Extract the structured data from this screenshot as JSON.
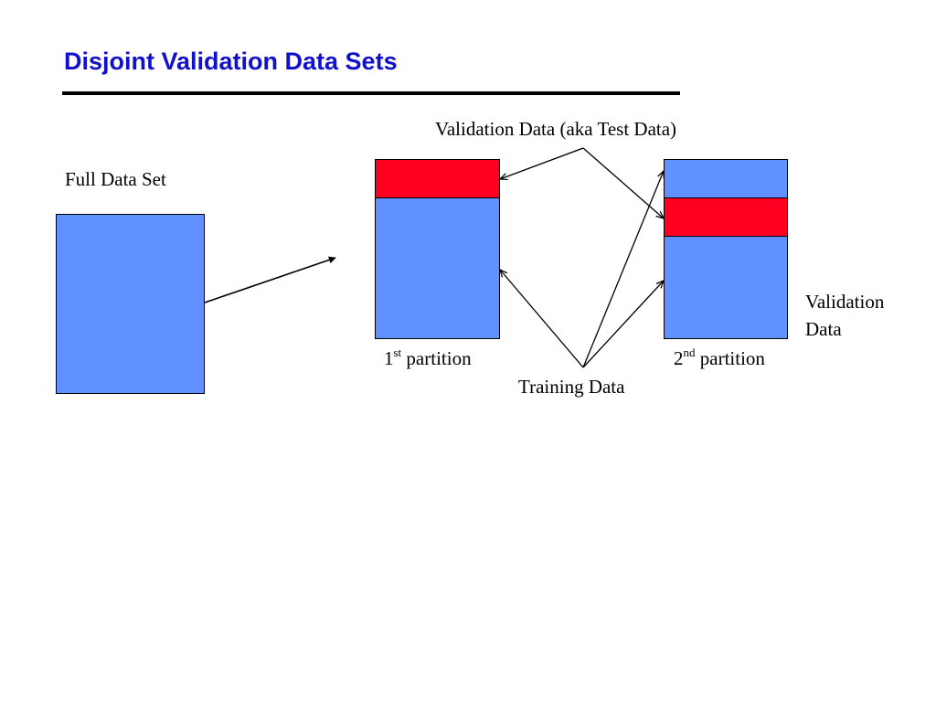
{
  "title": "Disjoint Validation Data Sets",
  "labels": {
    "full_data_set": "Full Data Set",
    "validation_test": "Validation Data (aka Test Data)",
    "partition1_num": "1",
    "partition1_sup": "st",
    "partition1_text": " partition",
    "partition2_num": "2",
    "partition2_sup": "nd",
    "partition2_text": " partition",
    "training_data": "Training Data",
    "validation_line1": "Validation",
    "validation_line2": "Data"
  },
  "colors": {
    "title": "#1111cc",
    "training_block": "#6190ff",
    "validation_block": "#ff0022"
  }
}
